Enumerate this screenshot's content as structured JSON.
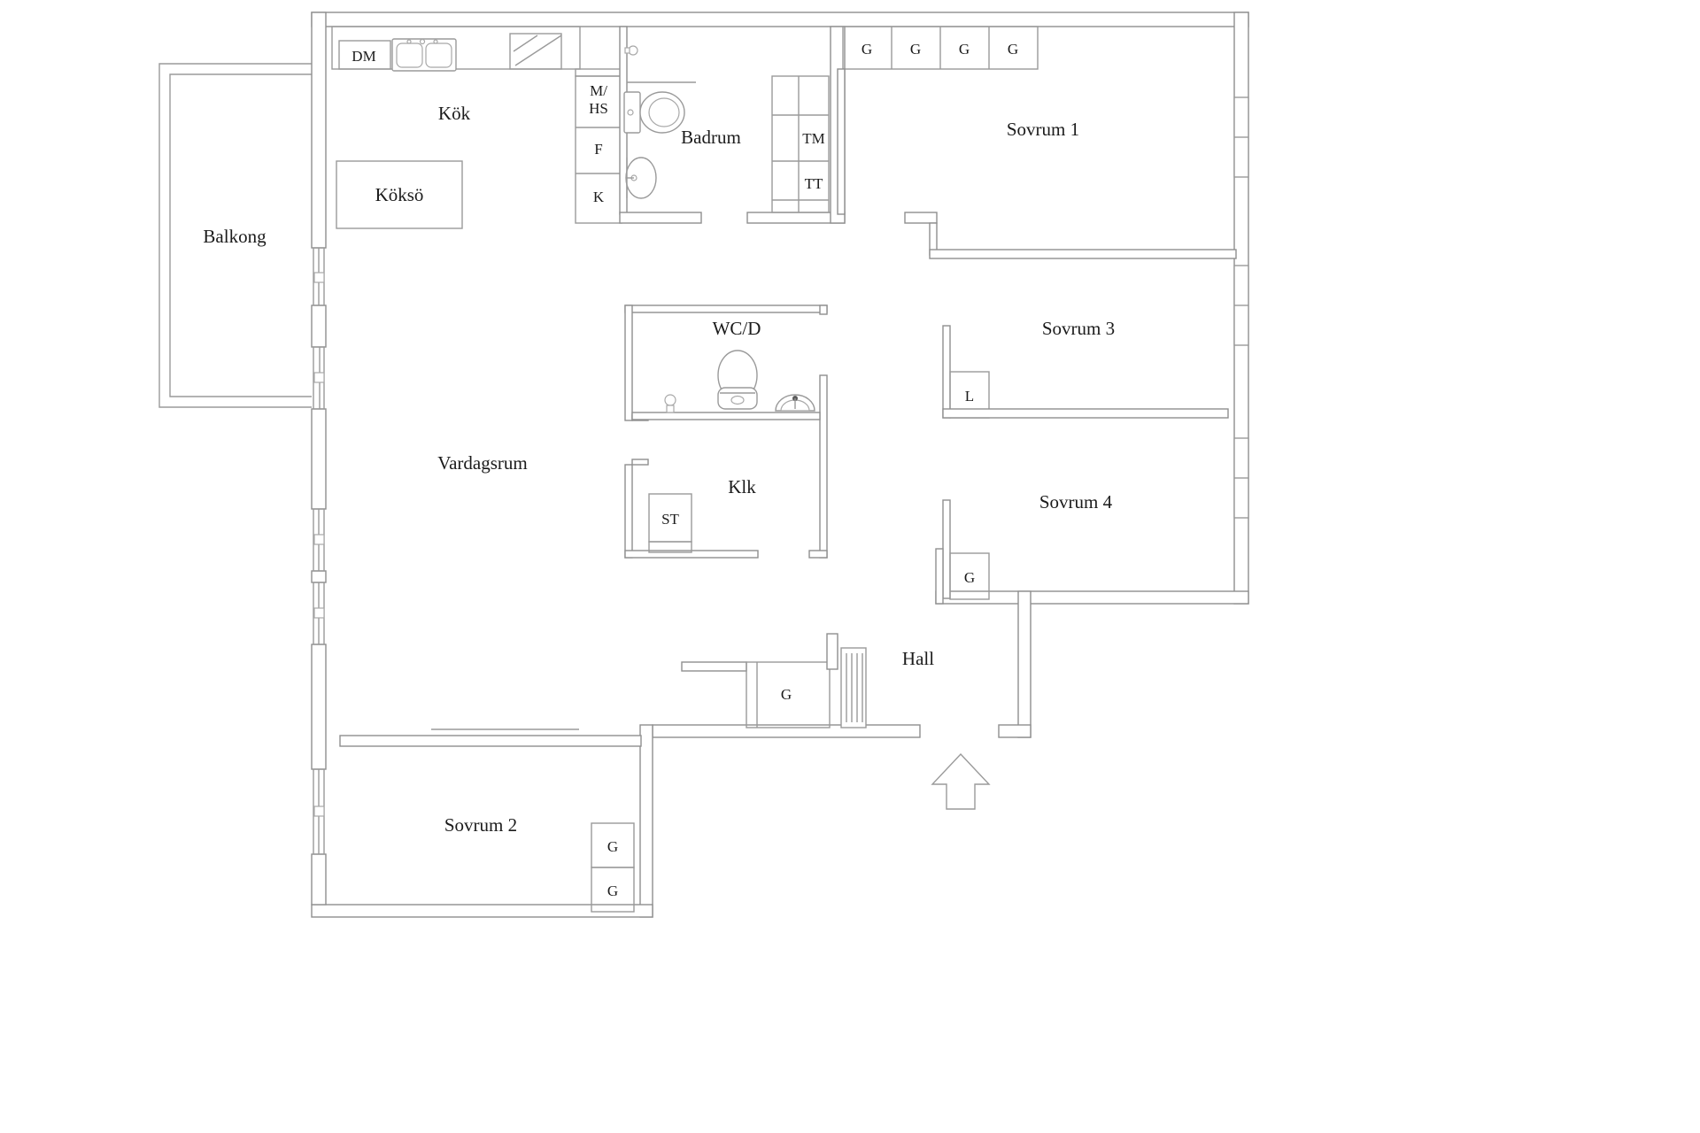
{
  "title": "Apartment floor plan (Swedish)",
  "colors": {
    "background": "#ffffff",
    "wall_line": "#8f8f8f",
    "furniture_line": "#9a9a9a",
    "text": "#1b1b1b"
  },
  "labels": {
    "balkong": "Balkong",
    "kok": "Kök",
    "kokso": "Köksö",
    "dm": "DM",
    "m_hs_line1": "M/",
    "m_hs_line2": "HS",
    "f": "F",
    "k": "K",
    "badrum": "Badrum",
    "tm": "TM",
    "tt": "TT",
    "g": "G",
    "l": "L",
    "st": "ST",
    "wcd": "WC/D",
    "klk": "Klk",
    "vardagsrum": "Vardagsrum",
    "hall": "Hall",
    "sovrum1": "Sovrum 1",
    "sovrum2": "Sovrum 2",
    "sovrum3": "Sovrum 3",
    "sovrum4": "Sovrum 4"
  }
}
